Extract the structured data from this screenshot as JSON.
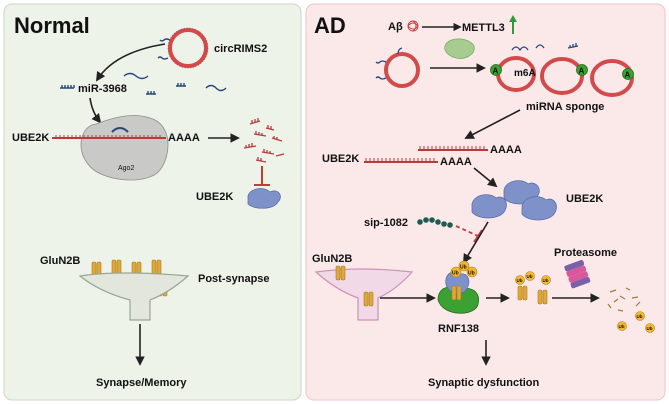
{
  "panels": {
    "normal": {
      "title": "Normal",
      "circ_label": "circRIMS2",
      "mirna_label": "miR-3968",
      "ube2k_mrna_label": "UBE2K",
      "polya": "AAAA",
      "ago_label": "Ago2",
      "ube2k_protein_label": "UBE2K",
      "glun2b_label": "GluN2B",
      "postsynapse_label": "Post-synapse",
      "outcome_label": "Synapse/Memory"
    },
    "ad": {
      "title": "AD",
      "abeta_label": "Aβ",
      "mettl3_label": "METTL3",
      "m6a_label": "m6A",
      "a_marker": "A",
      "sponge_label": "miRNA sponge",
      "ube2k_mrna_label": "UBE2K",
      "polya": "AAAA",
      "ube2k_protein_label": "UBE2K",
      "sip_label": "sip-1082",
      "glun2b_label": "GluN2B",
      "proteasome_label": "Proteasome",
      "ub_label": "Ub",
      "rnf_label": "RNF138",
      "outcome_label": "Synaptic dysfunction"
    }
  },
  "colors": {
    "normal_bg": "#eef3ea",
    "ad_bg": "#fbe9ea",
    "rna_red": "#b83a3a",
    "circle_red": "#d24a4a",
    "mirna_blue": "#25457a",
    "ago_gray": "#c9cac7",
    "ube2k_blue": "#7f91c9",
    "receptor_gold": "#e0a838",
    "mettl3_green": "#a6cc8f",
    "rnf_green": "#3aa132",
    "ub_yellow": "#f3b731",
    "inhibit_red": "#c43b3b",
    "up_arrow_green": "#2e9a3c"
  }
}
